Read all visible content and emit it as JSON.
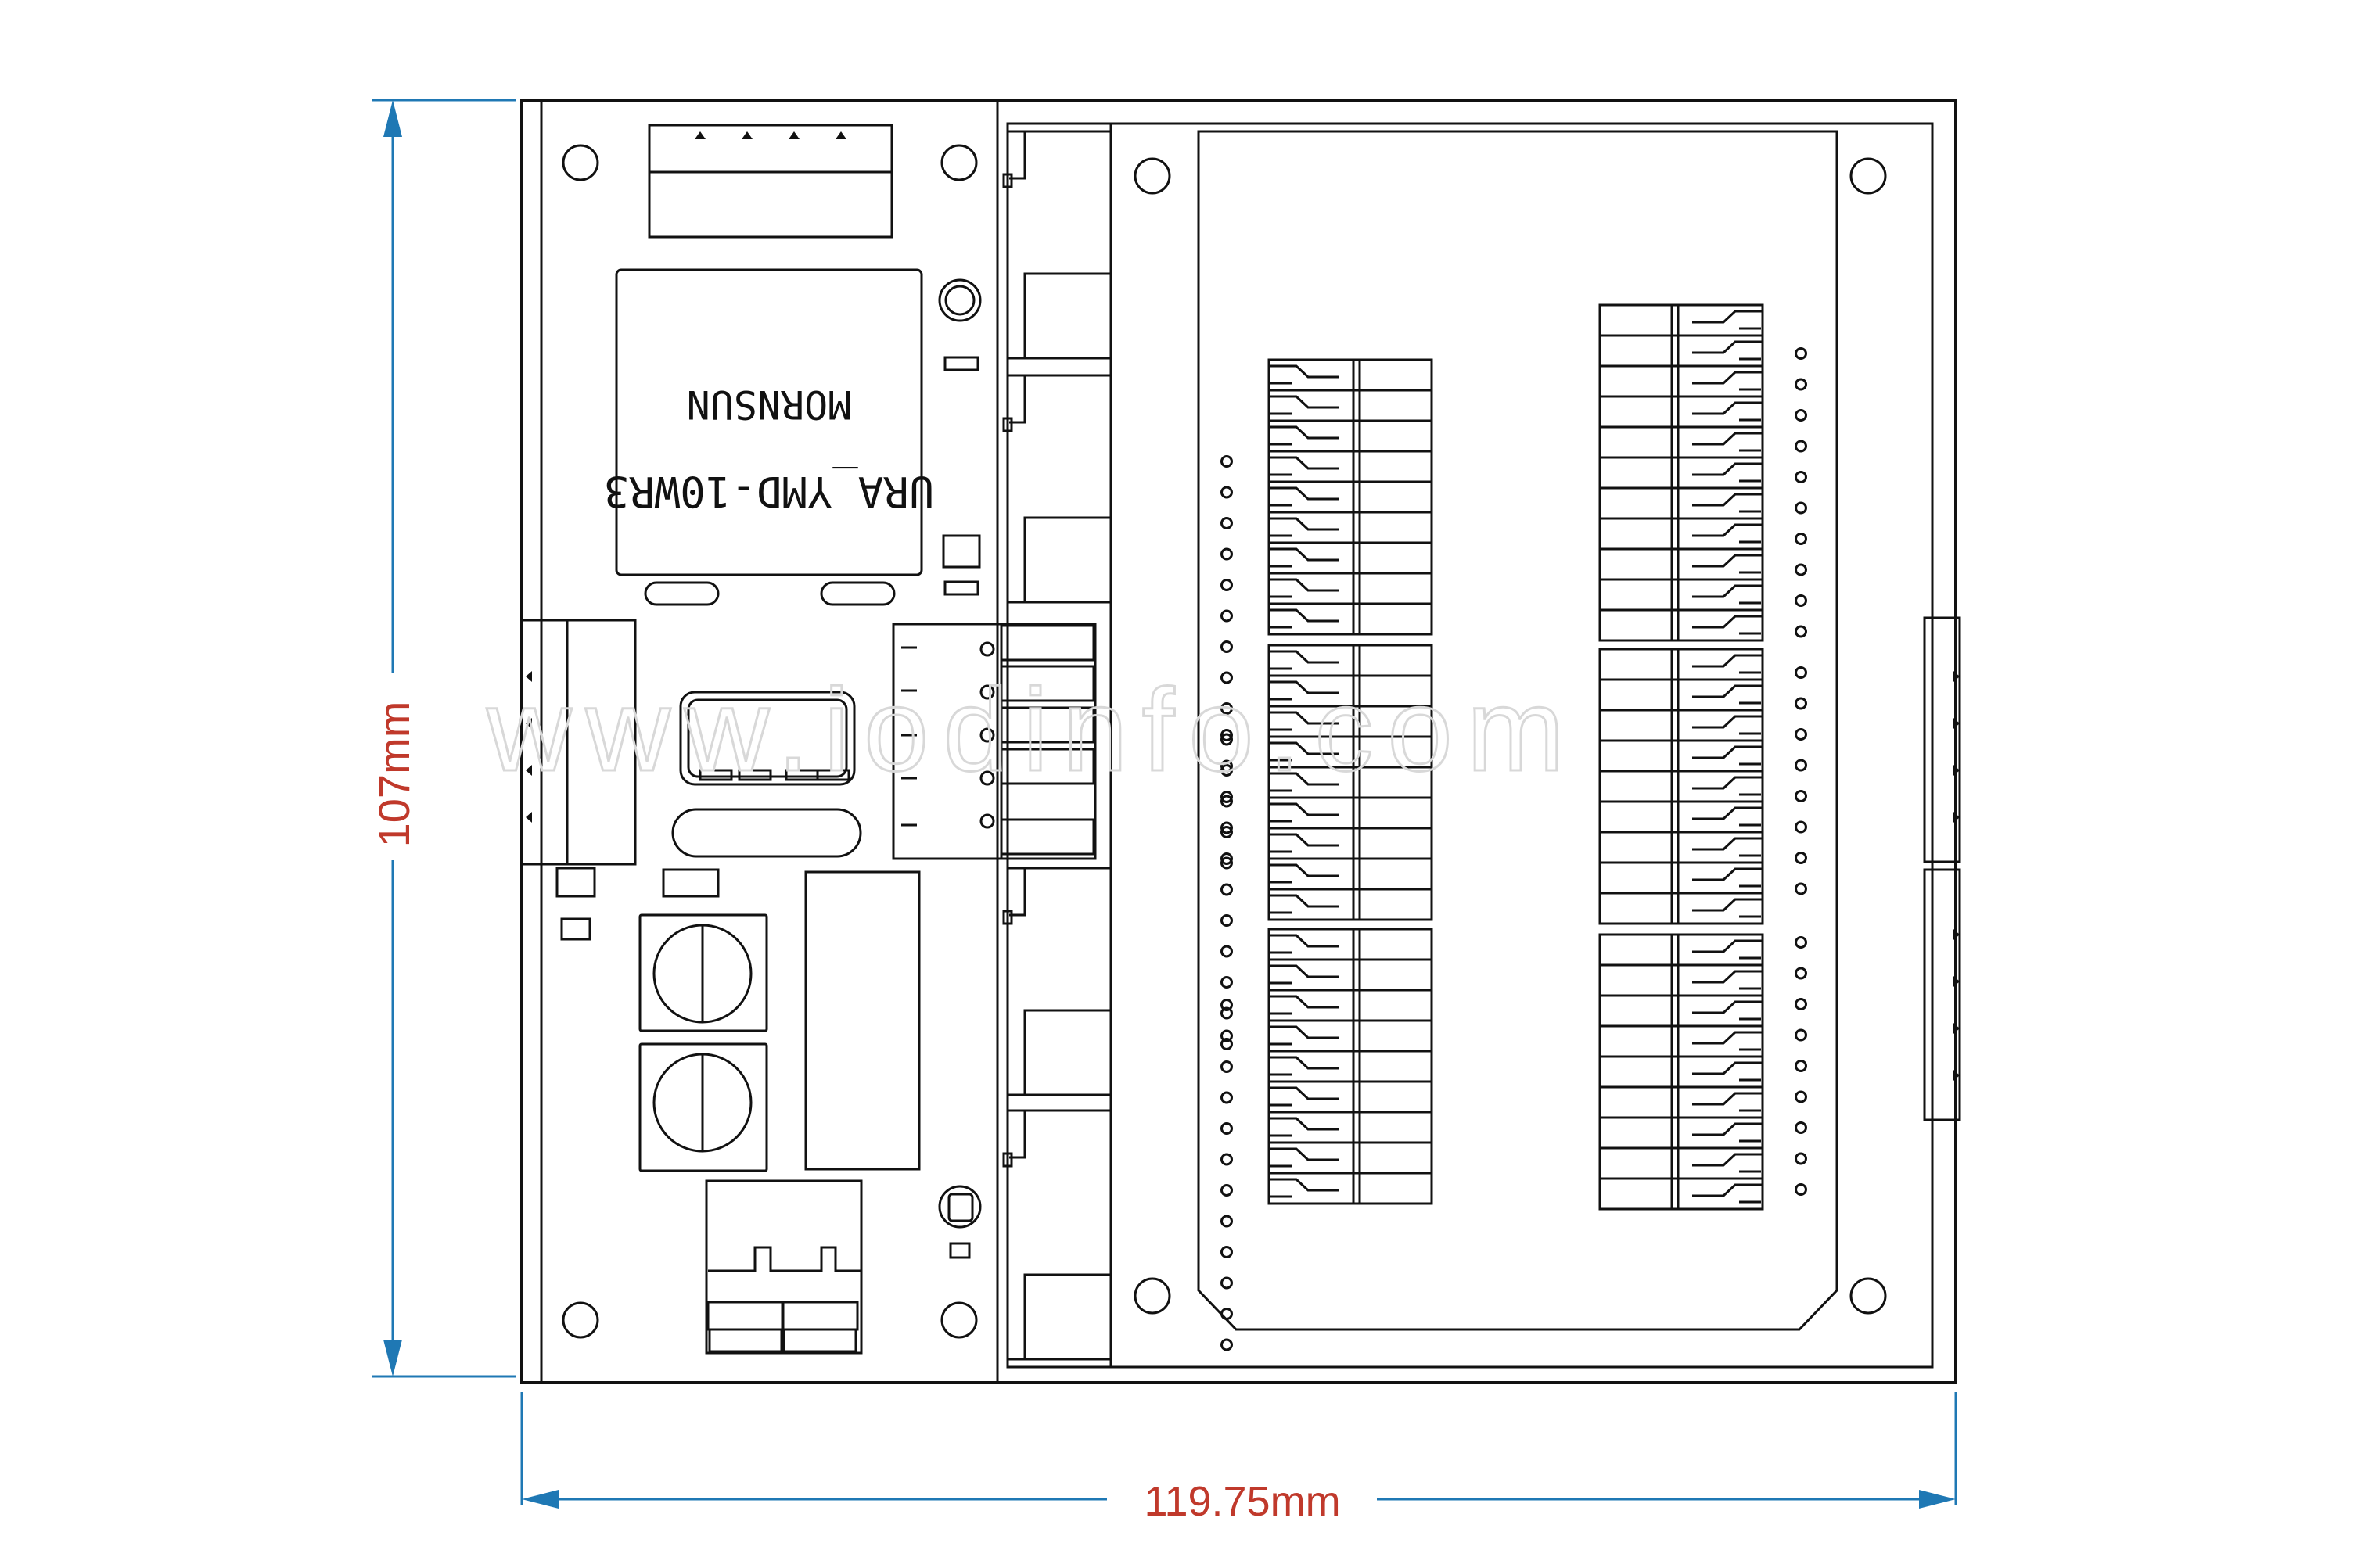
{
  "dimensions": {
    "height_label": "107mm",
    "width_label": "119.75mm"
  },
  "module_chip": {
    "brand": "MORNSUN",
    "part": "URA_YMD-10WR3"
  },
  "watermark": "www.iodinfo.com",
  "colors": {
    "outline": "#111111",
    "dimension_line": "#1f78b4",
    "dimension_text": "#c0392b",
    "watermark": "#d8d8d8"
  },
  "counts": {
    "terminal_groups_left": 3,
    "terminal_groups_right": 3,
    "mounting_holes": 8
  }
}
